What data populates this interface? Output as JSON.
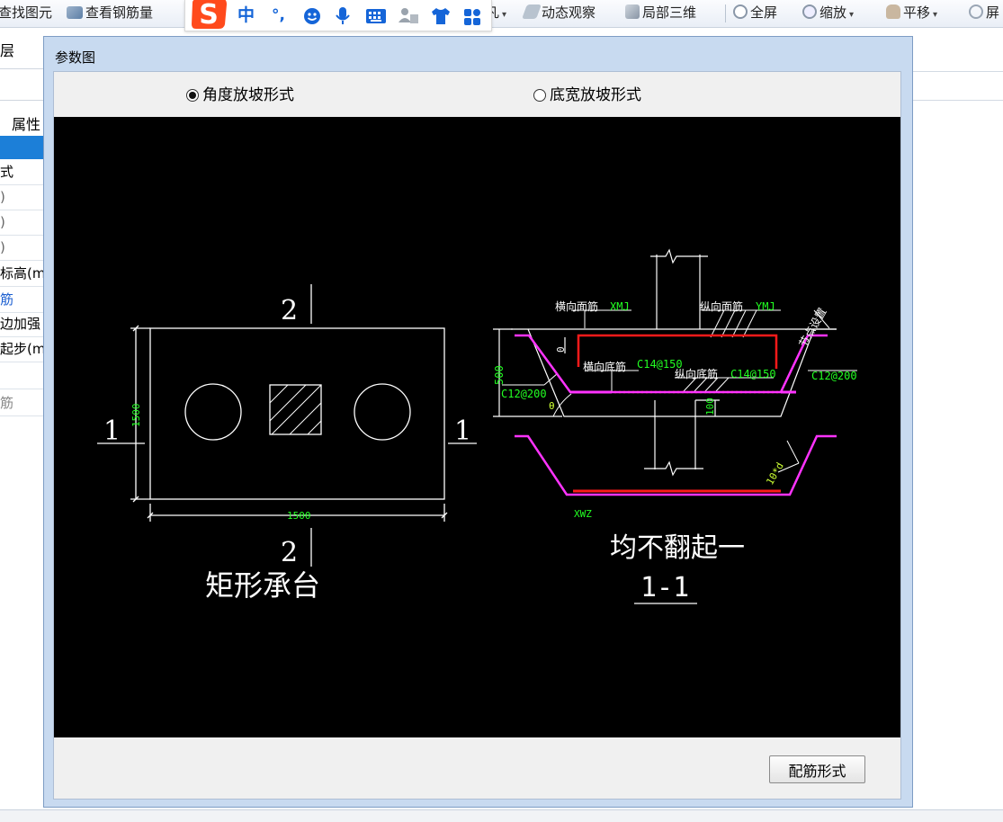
{
  "toolbar": {
    "find_element": "查找图元",
    "view_rebar_qty": "查看钢筋量",
    "dyn_observe": "动态观察",
    "local_3d": "局部三维",
    "fullscreen": "全屏",
    "zoom": "缩放",
    "pan": "平移",
    "partial_char": "屏",
    "partial_left": "凡",
    "caret": "▾"
  },
  "ime": {
    "logo_letter": "S",
    "mode_label": "中",
    "punct": "°,"
  },
  "left_panel": {
    "layer_tab": "层",
    "attr_header": "属性",
    "rows": [
      "式",
      ")",
      ")",
      ")",
      "标高(m",
      "筋",
      "边加强",
      "起步(mm",
      "",
      "筋"
    ]
  },
  "dialog": {
    "title": "参数图",
    "radio_angle": "角度放坡形式",
    "radio_bottom_width": "底宽放坡形式",
    "selected": "angle",
    "rebar_form_button": "配筋形式"
  },
  "drawing": {
    "plan": {
      "section_mark_top": "2",
      "section_mark_bottom": "2",
      "section_mark_left": "1",
      "section_mark_right": "1",
      "dim_height": "1500",
      "dim_width": "1500",
      "caption": "矩形承台"
    },
    "section": {
      "label_transverse_top": "横向面筋",
      "label_transverse_top_code": "XMJ",
      "label_longitudinal_top": "纵向面筋",
      "label_longitudinal_top_code": "YMJ",
      "label_node_setting": "节点设置",
      "label_transverse_bottom": "横向底筋",
      "label_transverse_bottom_value": "C14@150",
      "label_longitudinal_bottom": "纵向底筋",
      "label_longitudinal_bottom_value": "C14@150",
      "label_side_left": "C12@200",
      "label_side_right": "C12@200",
      "dim_500": "500",
      "dim_100": "100",
      "dim_0": "0",
      "angle_mark": "θ",
      "hook_label": "10*d",
      "bottom_code": "XWZ",
      "note": "均不翻起一",
      "section_name": "1-1"
    },
    "colors": {
      "line_white": "#ffffff",
      "rebar_red": "#ff1a1a",
      "rebar_magenta": "#ff33ff",
      "dim_green": "#22ff22",
      "text_yellow_green": "#ccff33"
    }
  }
}
